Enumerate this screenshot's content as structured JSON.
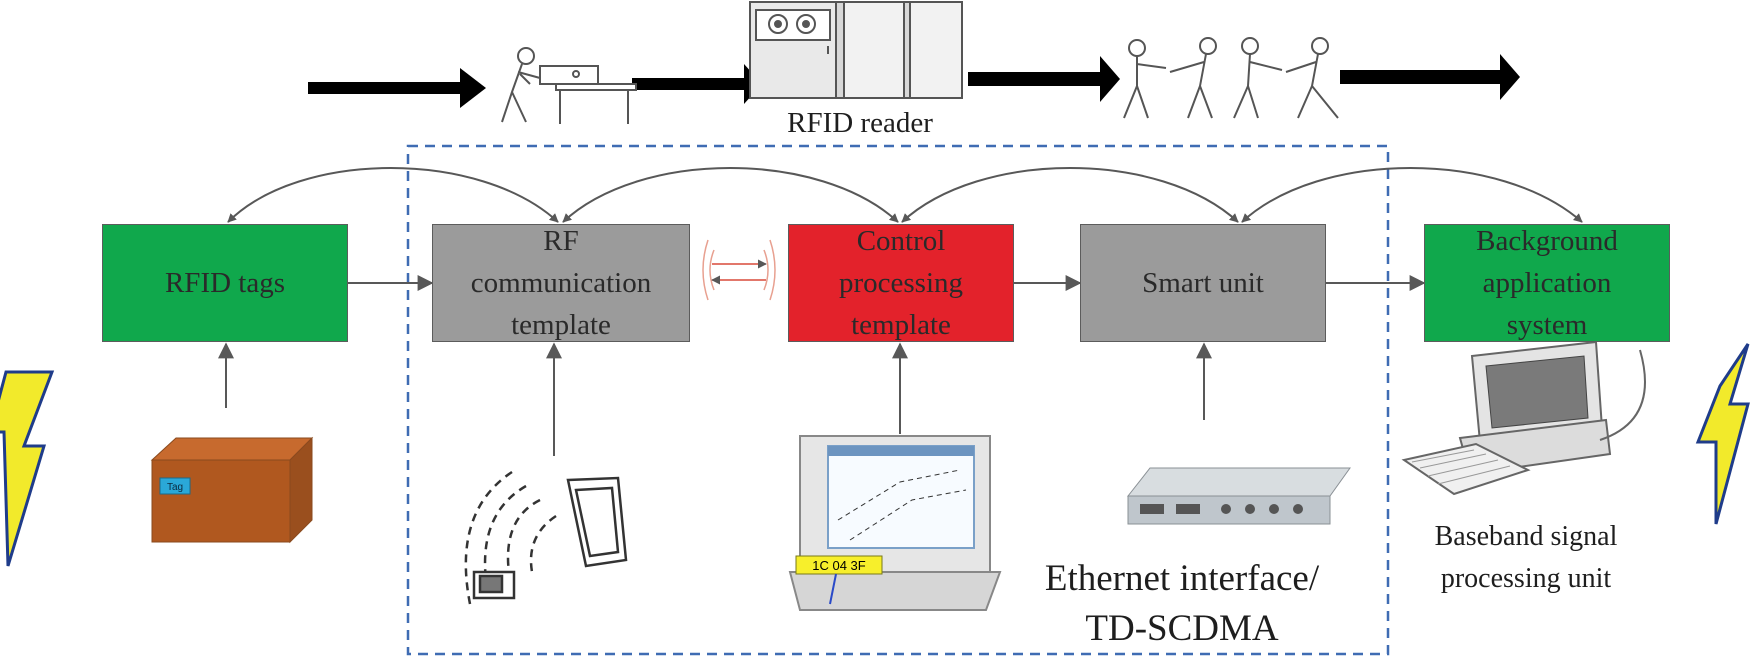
{
  "diagram": {
    "top_caption": "RFID reader",
    "boxes": {
      "rfid_tags": "RFID tags",
      "rf_template": "RF\ncommunication\ntemplate",
      "control_template": "Control\nprocessing\ntemplate",
      "smart_unit": "Smart unit",
      "background_system": "Background\napplication\nsystem"
    },
    "baseband_label": "Baseband signal\nprocessing unit",
    "ethernet_label": "Ethernet interface/\nTD-SCDMA",
    "tag_sticker": "Tag",
    "screen_code": "1C 04 3F"
  },
  "colors": {
    "green": "#10a84c",
    "gray": "#9b9b9b",
    "red": "#e3222b",
    "dashed_border": "#3f6cb3",
    "lightning_fill": "#f2ea2b",
    "lightning_stroke": "#1f3c8a",
    "arrow": "#585858"
  },
  "icons": [
    "lightning-bolt-icon",
    "warehouse-worker-icon",
    "rfid-reader-machine-icon",
    "people-chain-icon",
    "box-with-tag-icon",
    "rfid-antenna-icon",
    "laptop-icon",
    "network-router-icon",
    "desktop-computer-icon"
  ]
}
